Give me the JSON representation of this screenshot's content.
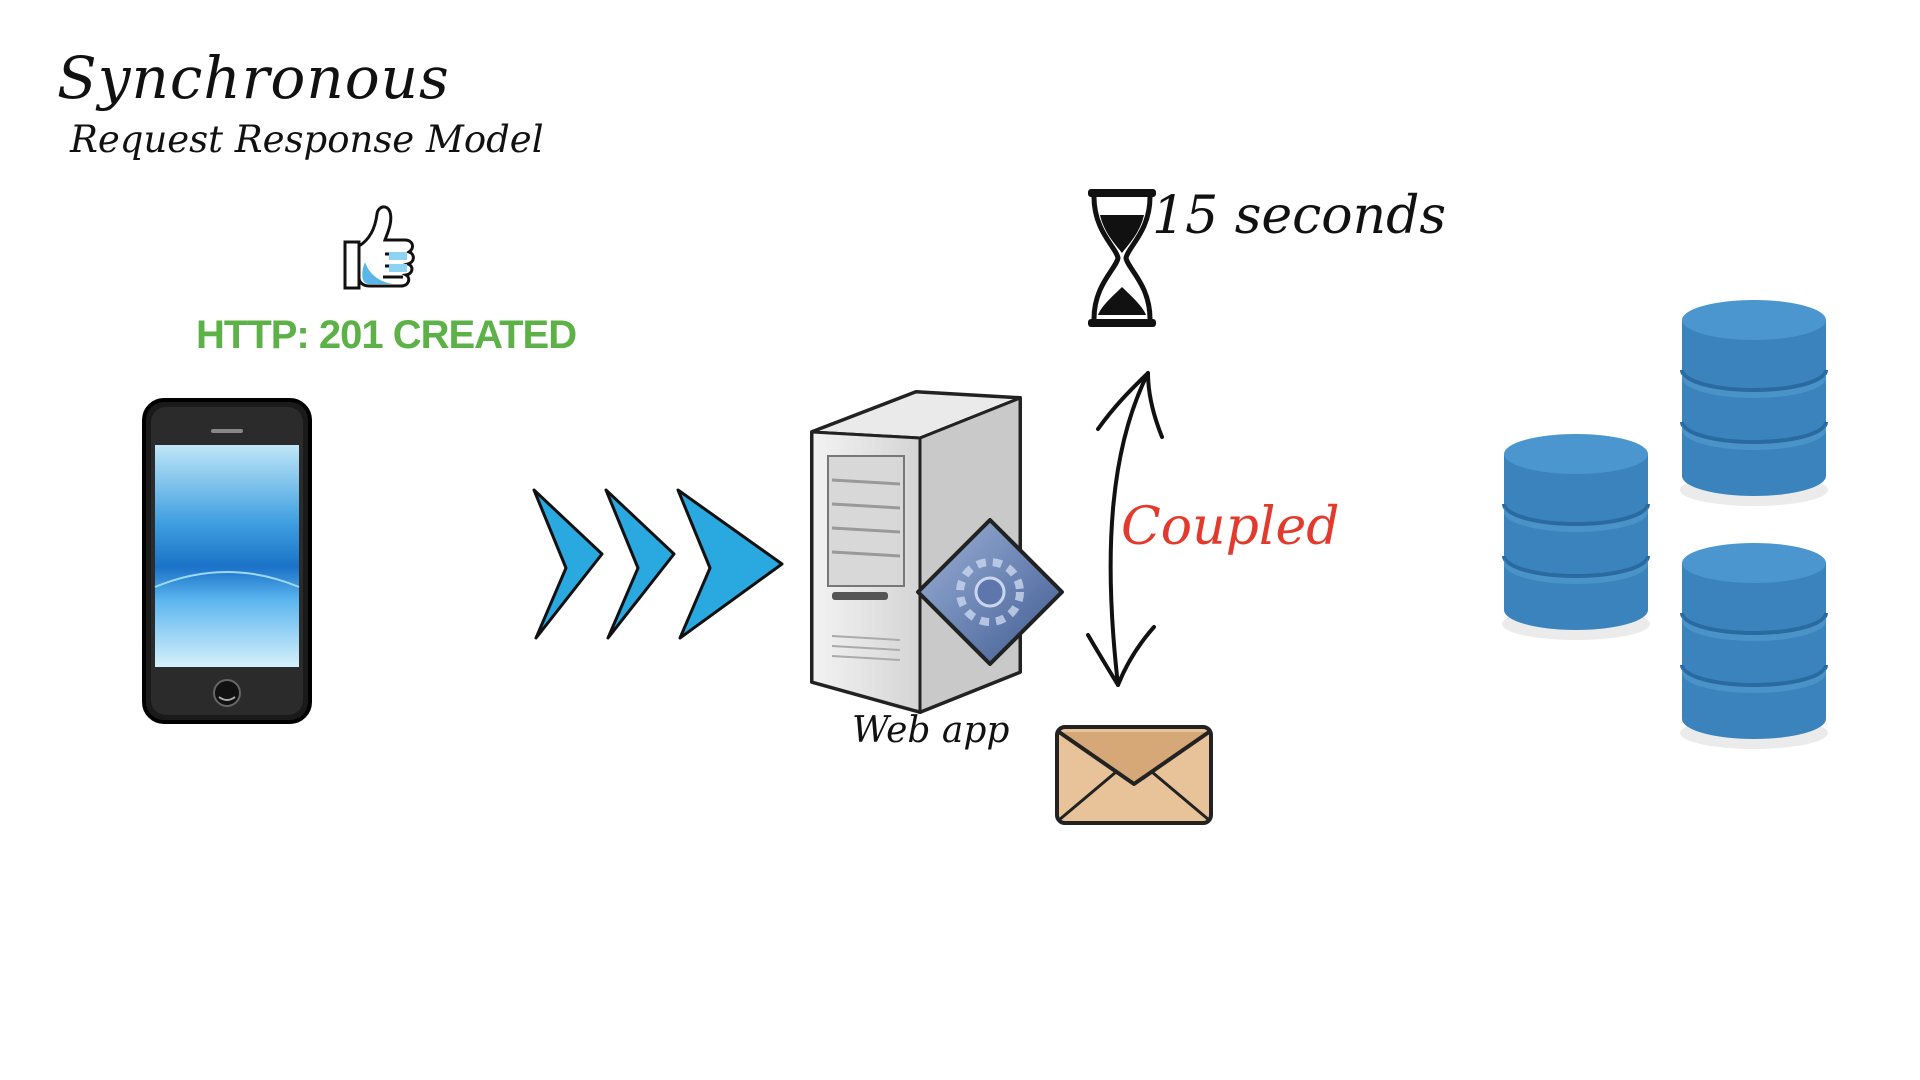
{
  "heading": {
    "title": "Synchronous",
    "subtitle": "Request Response Model"
  },
  "response": {
    "status_text": "HTTP: 201 CREATED",
    "status_color": "#5cb247",
    "icon": "thumbs-up-icon"
  },
  "timing": {
    "label": "15 seconds",
    "icon": "hourglass-icon"
  },
  "coupling": {
    "label": "Coupled",
    "color": "#e33a2e",
    "icon": "bidirectional-arrow-icon"
  },
  "server": {
    "label": "Web app",
    "icon": "server-tower-icon"
  },
  "client": {
    "icon": "smartphone-icon"
  },
  "flow": {
    "icon": "chevron-arrows-icon",
    "color": "#2aa8e0"
  },
  "email": {
    "icon": "envelope-icon"
  },
  "storage": {
    "icon": "database-icon",
    "color": "#3a83bd"
  }
}
